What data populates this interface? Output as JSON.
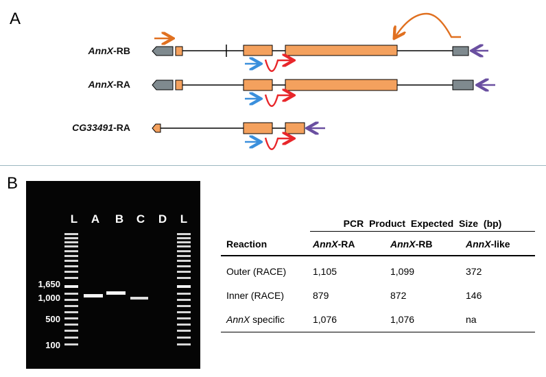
{
  "panels": {
    "a": "A",
    "b": "B"
  },
  "panel_a": {
    "genes": [
      {
        "italic": "AnnX",
        "suffix": "-RB"
      },
      {
        "italic": "AnnX",
        "suffix": "-RA"
      },
      {
        "italic": "CG33491",
        "suffix": "-RA"
      }
    ],
    "colors": {
      "orange": "#f4a15e",
      "gray": "#7f8a8f",
      "arrow_orange": "#e07020",
      "arrow_blue": "#3a8fdc",
      "arrow_red": "#e8262a",
      "arrow_purple": "#6a4fa0"
    }
  },
  "gel": {
    "lanes": [
      "L",
      "A",
      "B",
      "C",
      "D",
      "L"
    ],
    "markers": [
      "1,650",
      "1,000",
      "500",
      "100"
    ]
  },
  "table": {
    "group_header": "PCR Product Expected Size (bp)",
    "columns": [
      {
        "label": "Reaction",
        "italic": "",
        "suffix": ""
      },
      {
        "label": "",
        "italic": "AnnX",
        "suffix": "-RA"
      },
      {
        "label": "",
        "italic": "AnnX",
        "suffix": "-RB"
      },
      {
        "label": "",
        "italic": "AnnX",
        "suffix": "-like"
      }
    ],
    "rows": [
      {
        "reaction": "Outer (RACE)",
        "ra": "1,105",
        "rb": "1,099",
        "like": "372"
      },
      {
        "reaction": "Inner (RACE)",
        "ra": "879",
        "rb": "872",
        "like": "146"
      },
      {
        "reaction_italic": "AnnX",
        "reaction_suffix": " specific",
        "ra": "1,076",
        "rb": "1,076",
        "like": "na"
      }
    ]
  }
}
